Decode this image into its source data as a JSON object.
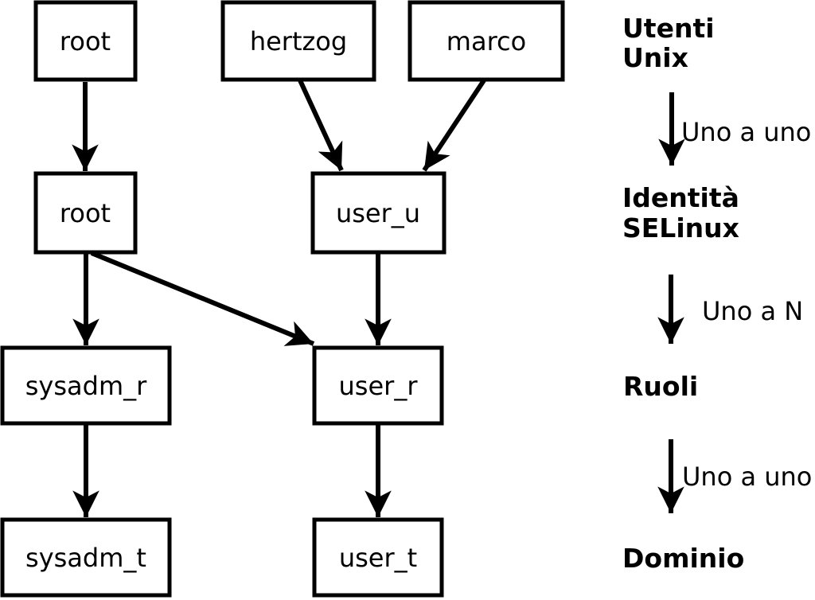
{
  "diagram_description": "Mapping between Unix users, SELinux identities, roles and domains",
  "nodes": {
    "unix_root": "root",
    "unix_hertzog": "hertzog",
    "unix_marco": "marco",
    "identity_root": "root",
    "identity_user_u": "user_u",
    "role_sysadm_r": "sysadm_r",
    "role_user_r": "user_r",
    "domain_sysadm_t": "sysadm_t",
    "domain_user_t": "user_t"
  },
  "edges": [
    {
      "from": "unix_root",
      "to": "identity_root"
    },
    {
      "from": "unix_hertzog",
      "to": "identity_user_u"
    },
    {
      "from": "unix_marco",
      "to": "identity_user_u"
    },
    {
      "from": "identity_root",
      "to": "role_sysadm_r"
    },
    {
      "from": "identity_root",
      "to": "role_user_r"
    },
    {
      "from": "identity_user_u",
      "to": "role_user_r"
    },
    {
      "from": "role_sysadm_r",
      "to": "domain_sysadm_t"
    },
    {
      "from": "role_user_r",
      "to": "domain_user_t"
    }
  ],
  "legend": {
    "unix_users_line1": "Utenti",
    "unix_users_line2": "Unix",
    "mapping_unix_to_identity": "Uno a uno",
    "identity_line1": "Identità",
    "identity_line2": "SELinux",
    "mapping_identity_to_roles": "Uno a N",
    "roles": "Ruoli",
    "mapping_roles_to_domain": "Uno a uno",
    "domain": "Dominio"
  },
  "colors": {
    "stroke": "#000000",
    "background": "#ffffff"
  }
}
